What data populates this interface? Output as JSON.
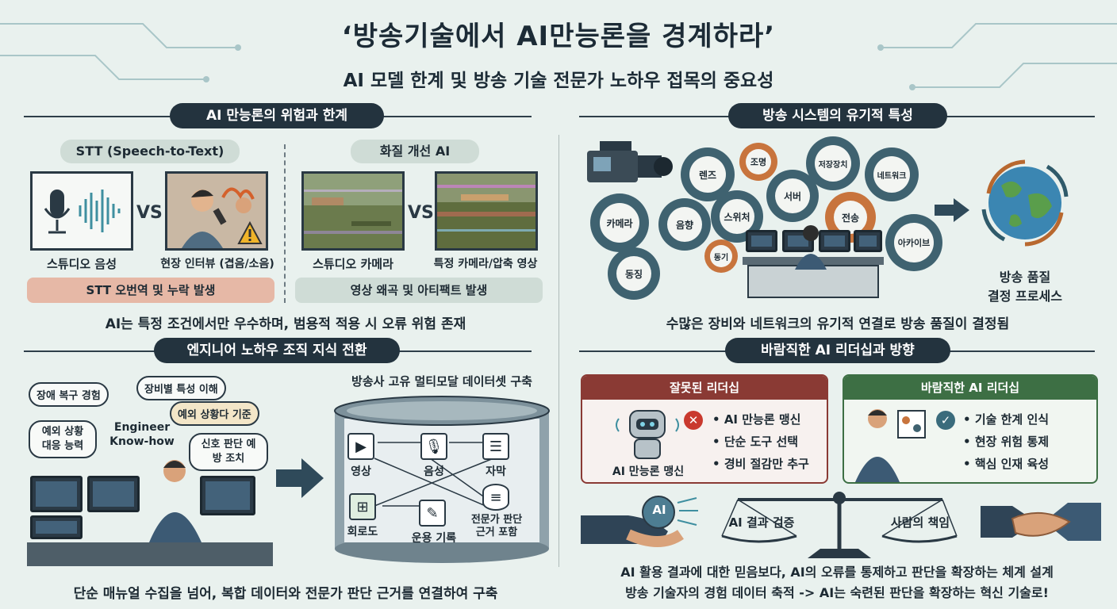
{
  "header": {
    "title": "‘방송기술에서 AI만능론을 경계하라’",
    "subtitle": "AI 모델 한계 및 방송 기술 전문가 노하우 접목의 중요성"
  },
  "section1": {
    "pill": "AI 만능론의 위험과 한계",
    "stt": {
      "label": "STT (Speech-to-Text)",
      "vs": "VS",
      "left_caption": "스튜디오 음성",
      "right_caption": "현장 인터뷰 (겹음/소음)",
      "result": "STT 오번역 및 누락 발생"
    },
    "video": {
      "label": "화질 개선 AI",
      "vs": "VS",
      "left_caption": "스튜디오 카메라",
      "right_caption": "특정 카메라/압축 영상",
      "result": "영상 왜곡 및 아티팩트 발생"
    },
    "footer": "AI는 특정 조건에서만 우수하며, 범용적 적용 시 오류 위험 존재"
  },
  "section2": {
    "pill": "방송 시스템의 유기적 특성",
    "gears": [
      "렌즈",
      "조명",
      "저장장치",
      "네트워크",
      "카메라",
      "음향",
      "스위처",
      "서버",
      "전송",
      "동기",
      "동징",
      "아카이브"
    ],
    "result_label": "방송 품질\n결정 프로세스",
    "result_line1": "방송 품질",
    "result_line2": "결정 프로세스",
    "footer": "수많은 장비와 네트워크의 유기적 연결로 방송 품질이 결정됨"
  },
  "section3": {
    "pill": "엔지니어 노하우 조직 지식 전환",
    "bubbles": [
      "장애 복구 경험",
      "장비별 특성 이해",
      "예외 상황다 기준",
      "예외 상황 대응 능력",
      "신호 판단 예방 조치"
    ],
    "engineer_label": "Engineer Know-how",
    "dataset_title": "방송사 고유 멀티모달 데이터셋 구축",
    "items": {
      "video": "영상",
      "audio": "음성",
      "subtitle": "자막",
      "circuit": "회로도",
      "log": "운용 기록",
      "expert": "전문가 판단 근거 포함"
    },
    "footer": "단순 매뉴얼 수집을 넘어, 복합 데이터와 전문가 판단 근거를 연결하여 구축"
  },
  "section4": {
    "pill": "바람직한 AI 리더십과 방향",
    "wrong": {
      "title": "잘못된 리더십",
      "bullets": [
        "AI 만능론 맹신",
        "단순 도구 선택",
        "경비 절감만 추구"
      ],
      "caption": "AI 만능론 맹신"
    },
    "right": {
      "title": "바람직한 AI 리더십",
      "bullets": [
        "기술 한계 인식",
        "현장 위험 통제",
        "핵심 인재 육성"
      ]
    },
    "ai_badge": "AI",
    "scale_left": "AI 결과 검증",
    "scale_right": "사람의 책임",
    "footer1": "AI 활용 결과에 대한 믿음보다, AI의 오류를 통제하고 판단을 확장하는 체계 설계",
    "footer2": "방송 기술자의 경험 데이터 축적 -> AI는 숙련된 판단을 확장하는 혁신 기술로!"
  },
  "colors": {
    "background": "#e9f1ee",
    "dark": "#23333e",
    "warning_bar": "#e6b8a6",
    "neutral_bar": "#cfdcd6",
    "wrong_header": "#8a3a34",
    "right_header": "#3d6f44",
    "gear_teal": "#3f6270",
    "gear_orange": "#c8743d"
  },
  "icons": [
    "microphone-icon",
    "waveform-icon",
    "warning-icon",
    "video-camera-icon",
    "earth-icon",
    "robot-icon",
    "x-mark-icon",
    "check-mark-icon",
    "database-icon",
    "document-icon",
    "circuit-icon",
    "handshake-icon",
    "scale-icon",
    "arrow-right-icon"
  ]
}
